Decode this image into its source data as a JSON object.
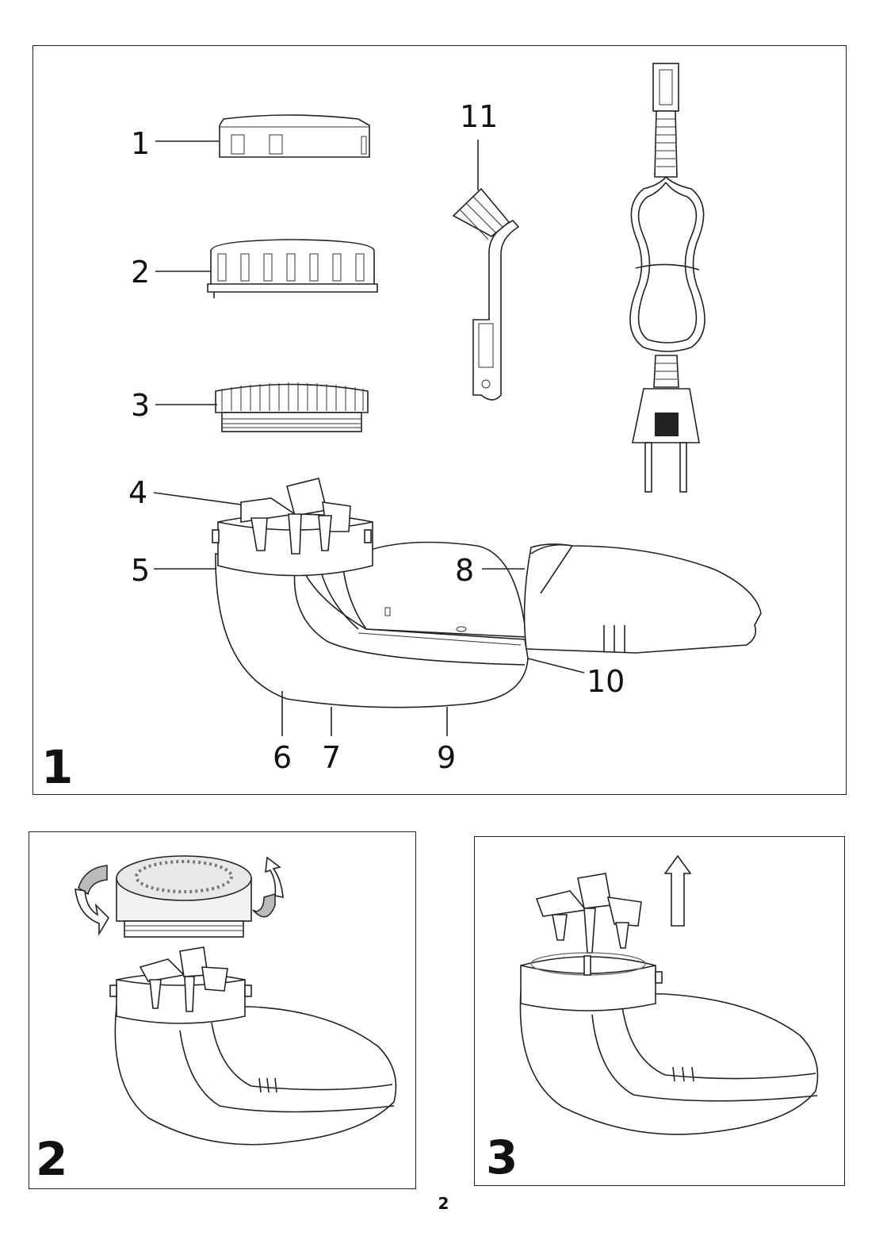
{
  "figures": [
    {
      "number": "1",
      "callouts": [
        "1",
        "2",
        "3",
        "4",
        "5",
        "6",
        "7",
        "8",
        "9",
        "10",
        "11"
      ]
    },
    {
      "number": "2"
    },
    {
      "number": "3"
    }
  ],
  "page_number": "2"
}
